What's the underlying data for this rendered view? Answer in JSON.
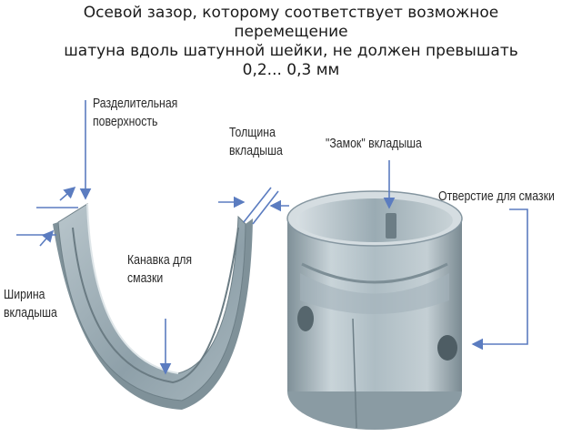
{
  "caption": {
    "line1": "Осевой зазор, которому соответствует возможное",
    "line2": "перемещение",
    "line3": "шатуна вдоль шатунной шейки, не должен превышать",
    "line4": "0,2... 0,3 мм"
  },
  "labels": {
    "parting_surface": [
      "Разделительная",
      "поверхность"
    ],
    "liner_thickness": [
      "Толщина",
      "вкладыша"
    ],
    "liner_lock": [
      "\"Замок\" вкладыша"
    ],
    "oil_hole": [
      "Отверстие для смазки"
    ],
    "oil_groove": [
      "Канавка для",
      "смазки"
    ],
    "liner_width": [
      "Ширина",
      "вкладыша"
    ]
  },
  "colors": {
    "metal_light": "#c8d3d8",
    "metal_mid": "#9fb0b8",
    "metal_dark": "#5f7078",
    "arrow": "#5b7cc0"
  }
}
